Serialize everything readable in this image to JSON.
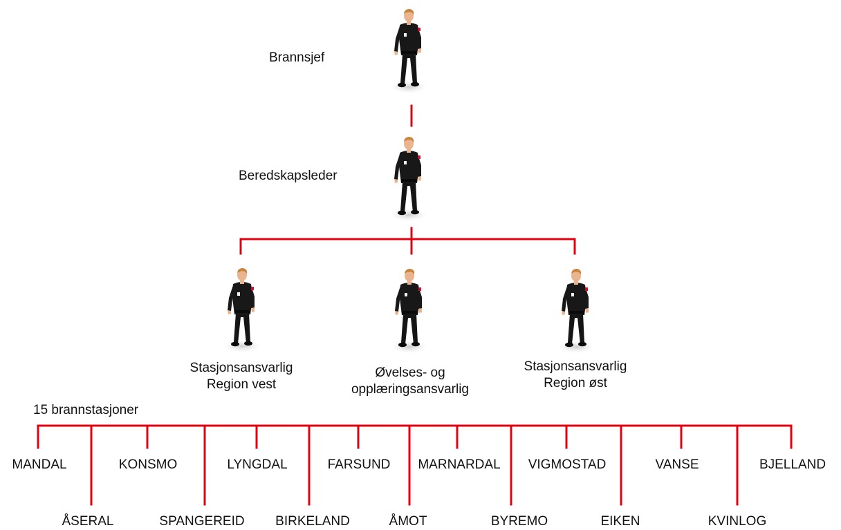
{
  "colors": {
    "line": "#e3000f",
    "text": "#111111",
    "uniform": "#111111",
    "skin": "#e9b48e",
    "hair": "#c8843f",
    "badge": "#c8102e"
  },
  "roles": {
    "chief": "Brannsjef",
    "preparedness": "Beredskapsleder",
    "west": [
      "Stasjonsansvarlig",
      "Region vest"
    ],
    "training": [
      "Øvelses- og",
      "opplæringsansvarlig"
    ],
    "east": [
      "Stasjonsansvarlig",
      "Region øst"
    ]
  },
  "stations_heading": "15 brannstasjoner",
  "stations_top": [
    "MANDAL",
    "KONSMO",
    "LYNGDAL",
    "FARSUND",
    "MARNARDAL",
    "VIGMOSTAD",
    "VANSE",
    "BJELLAND"
  ],
  "stations_bottom": [
    "ÅSERAL",
    "SPANGEREID",
    "BIRKELAND",
    "ÅMOT",
    "BYREMO",
    "EIKEN",
    "KVINLOG"
  ],
  "icons": [
    "firefighter-icon"
  ]
}
